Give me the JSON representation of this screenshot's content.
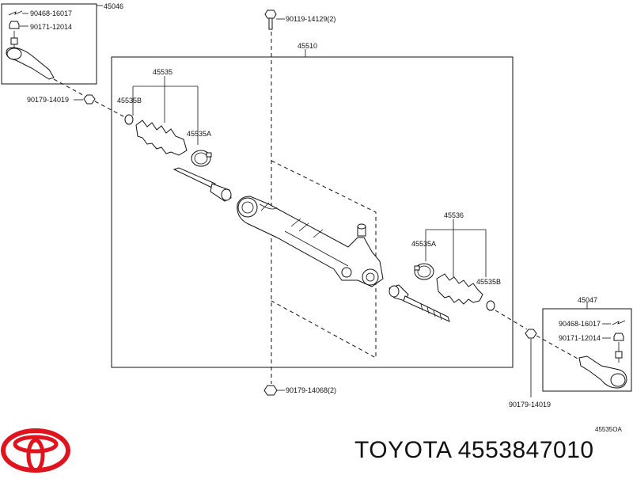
{
  "labels": {
    "assy_left": "45046",
    "nut_left": "90468-16017",
    "clip_left": "90171-12014",
    "nut_outer_left": "90179-14019",
    "bolt_top": "90119-14129(2)",
    "rack_assy": "45510",
    "boot_kit_left": "45535",
    "clamp_b_left": "45535B",
    "clamp_a_left": "45535A",
    "boot_kit_right": "45536",
    "clamp_a_right": "45535A",
    "clamp_b_right": "45535B",
    "assy_right": "45047",
    "nut_right": "90468-16017",
    "clip_right": "90171-12014",
    "nut_outer_right": "90179-14019",
    "nut_bottom": "90179-14068(2)",
    "diagram_code": "45535OA"
  },
  "brand_line": "TOYOTA 4553847010",
  "colors": {
    "brand_red": "#e0141e",
    "ink": "#111111"
  }
}
